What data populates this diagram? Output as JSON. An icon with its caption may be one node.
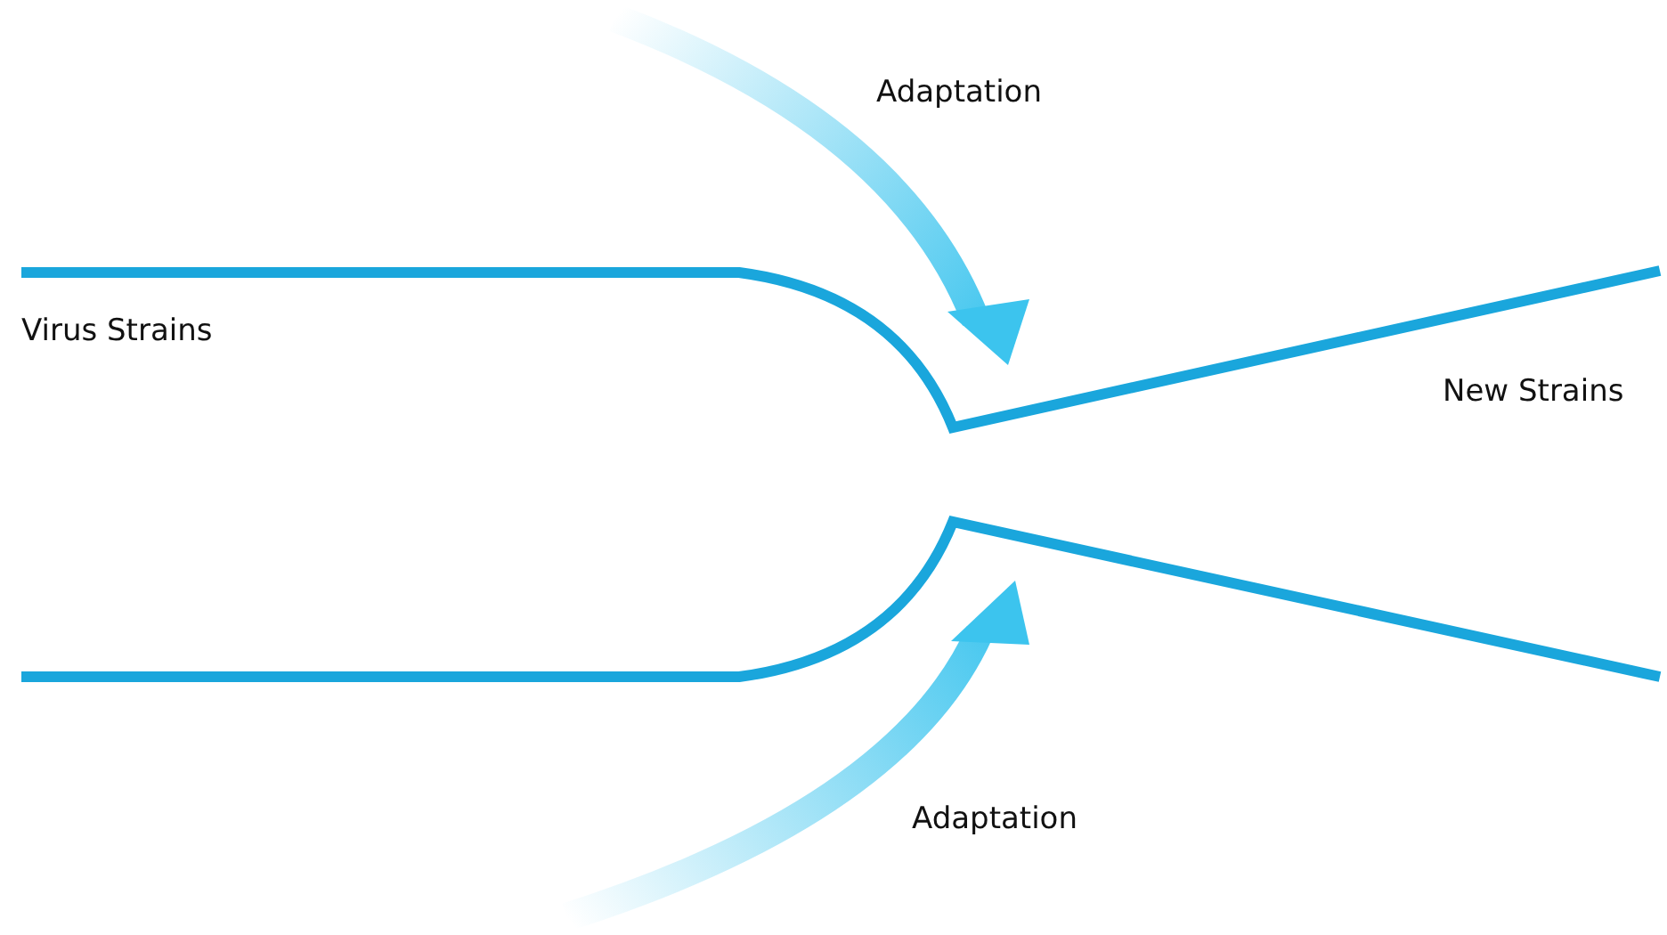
{
  "diagram": {
    "labels": [
      "Adaptation",
      "Virus Strains",
      "New Strains",
      "Adaptation"
    ]
  }
}
